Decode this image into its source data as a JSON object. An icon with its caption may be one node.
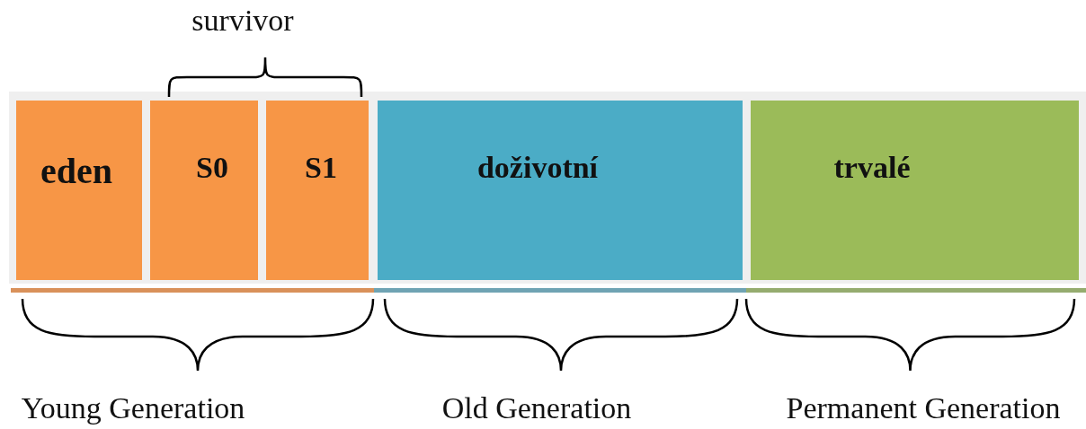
{
  "diagram": {
    "nodes": [
      {
        "text": [
          "eden"
        ]
      },
      {
        "text": [
          "S0"
        ]
      },
      {
        "text": [
          "S1"
        ]
      },
      {
        "text": [
          "doživotní"
        ]
      },
      {
        "text": [
          "trvalé"
        ]
      }
    ],
    "labels": [
      "survivor",
      "Young Generation",
      "Old Generation",
      "Permanent Generation"
    ]
  }
}
